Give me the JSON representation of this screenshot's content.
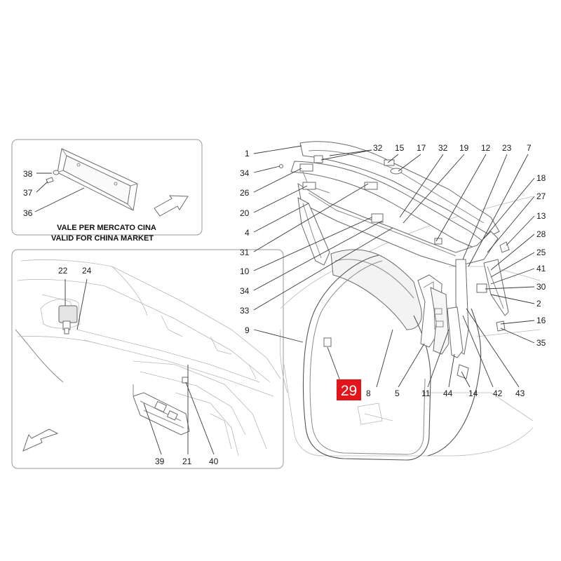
{
  "inset_top": {
    "note_line1": "VALE PER MERCATO CINA",
    "note_line2": "VALID FOR CHINA MARKET",
    "labels": [
      "38",
      "37",
      "36"
    ]
  },
  "inset_bottom": {
    "labels": [
      "22",
      "24",
      "39",
      "21",
      "40"
    ]
  },
  "main_labels": {
    "left": [
      "1",
      "34",
      "26",
      "20",
      "4",
      "31",
      "10",
      "34",
      "33",
      "9"
    ],
    "top": [
      "32",
      "15",
      "17",
      "32",
      "19",
      "12",
      "23",
      "7"
    ],
    "right": [
      "18",
      "27",
      "13",
      "28",
      "25",
      "41",
      "30",
      "2",
      "16",
      "35"
    ],
    "bottom": [
      "8",
      "5",
      "11",
      "44",
      "14",
      "42",
      "43"
    ]
  },
  "highlight": {
    "label": "29",
    "color": "#e3151b"
  }
}
